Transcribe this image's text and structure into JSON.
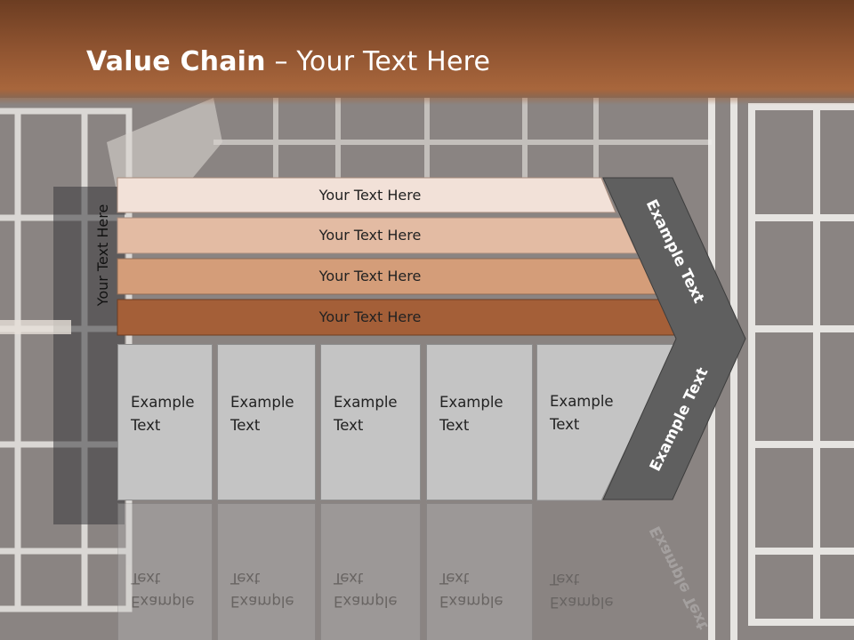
{
  "slide": {
    "title_bold": "Value Chain",
    "title_rest": " – Your Text Here",
    "side_label": "Your Text Here"
  },
  "bands": [
    {
      "label": "Your Text Here",
      "color": "#f2e1d8"
    },
    {
      "label": "Your Text Here",
      "color": "#e3bba3"
    },
    {
      "label": "Your Text Here",
      "color": "#d49d79"
    },
    {
      "label": "Your Text Here",
      "color": "#a45f38"
    }
  ],
  "boxes": [
    {
      "label": "Example\nText"
    },
    {
      "label": "Example\nText"
    },
    {
      "label": "Example\nText"
    },
    {
      "label": "Example\nText"
    },
    {
      "label": "Example\nText"
    }
  ],
  "arrow": {
    "upper_label": "Example Text",
    "lower_label": "Example Text",
    "color": "#5f5f5f"
  }
}
